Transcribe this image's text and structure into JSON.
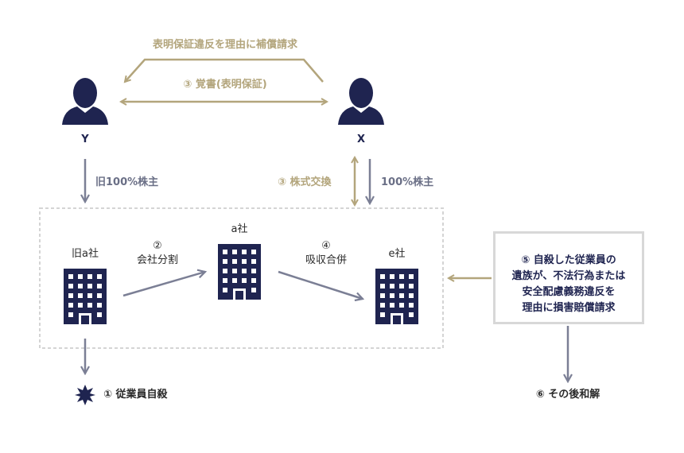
{
  "top_claim_label": "表明保証違反を理由に補償請求",
  "memorandum_label": "③ 覚書(表明保証)",
  "person_y": "Y",
  "person_x": "X",
  "y_share_label": "旧100%株主",
  "share_exchange_label": "③ 株式交換",
  "x_share_label": "100%株主",
  "company_old_a": "旧a社",
  "company_a": "a社",
  "company_e": "e社",
  "split_label_num": "②",
  "split_label": "会社分割",
  "merger_label_num": "④",
  "merger_label": "吸収合併",
  "claim_box_lines": [
    "⑤ 自殺した従業員の",
    "遺族が、不法行為または",
    "安全配慮義務違反を",
    "理由に損害賠償請求"
  ],
  "suicide_label": "① 従業員自殺",
  "settlement_label": "⑥ その後和解",
  "colors": {
    "navy": "#1f2450",
    "gold": "#b3a57c",
    "slate": "#7b7f95",
    "dashed": "#d4d4d4"
  }
}
